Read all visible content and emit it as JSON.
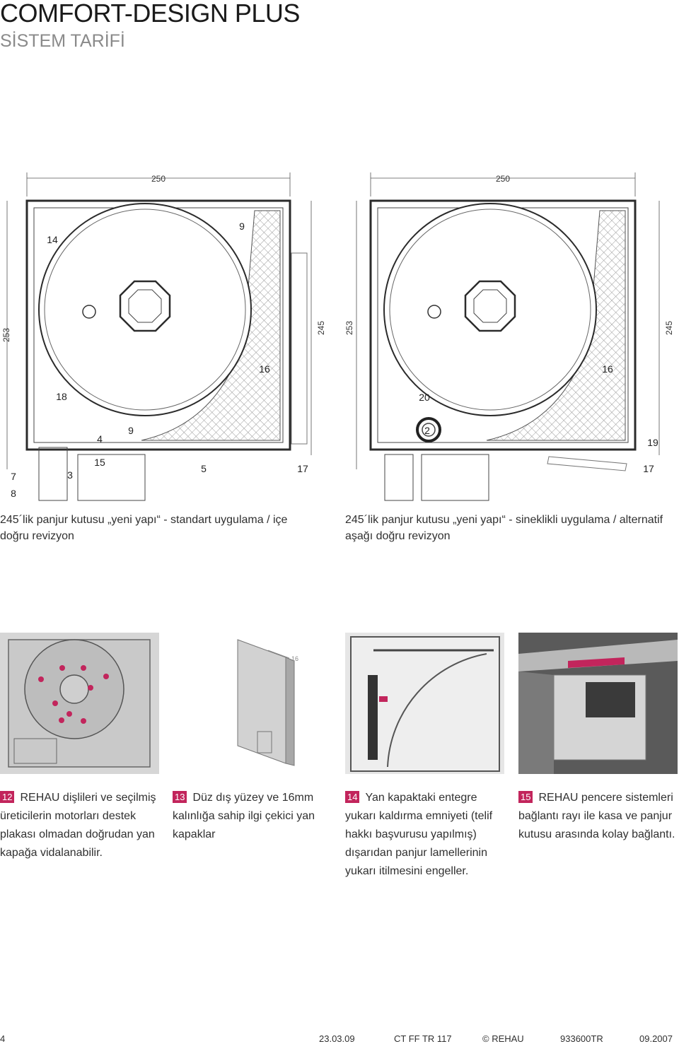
{
  "header": {
    "title": "COMFORT-DESIGN PLUS",
    "subtitle": "SİSTEM TARİFİ"
  },
  "drawings": [
    {
      "dim_top": "250",
      "dim_left": "253",
      "dim_right": "245",
      "callouts": {
        "n14": "14",
        "n9a": "9",
        "n16": "16",
        "n18": "18",
        "n9b": "9",
        "n4": "4",
        "n15": "15",
        "n3": "3",
        "n5": "5",
        "n17": "17",
        "n7": "7",
        "n8": "8"
      },
      "caption": "245´lik panjur kutusu „yeni yapı“ - standart uygulama / içe doğru revizyon"
    },
    {
      "dim_top": "250",
      "dim_left": "253",
      "dim_right": "245",
      "callouts": {
        "n16": "16",
        "n20": "20",
        "n2": "2",
        "n19": "19",
        "n17": "17"
      },
      "caption": "245´lik panjur kutusu „yeni yapı“ - sineklikli uygulama / alternatif aşağı doğru revizyon"
    }
  ],
  "photo_labels": {
    "dim16": "16"
  },
  "features": [
    {
      "num": "12",
      "text": "REHAU dişlileri ve seçilmiş üreticilerin motorları destek plakası olmadan doğrudan yan kapağa vidalanabilir."
    },
    {
      "num": "13",
      "text": "Düz dış yüzey ve 16mm kalınlığa sahip ilgi çekici yan kapaklar"
    },
    {
      "num": "14",
      "text": "Yan kapaktaki entegre yukarı kaldırma emniyeti (telif hakkı başvurusu yapılmış) dışarıdan panjur lamellerinin yukarı itilmesini engeller."
    },
    {
      "num": "15",
      "text": "REHAU pencere sistemleri bağlantı rayı ile kasa ve panjur kutusu arasında kolay bağlantı."
    }
  ],
  "footer": {
    "page": "4",
    "date": "23.03.09",
    "code": "CT FF TR 117",
    "brand": "© REHAU",
    "doc": "933600TR",
    "edition": "09.2007"
  },
  "colors": {
    "accent": "#c2255c",
    "line": "#2b2b2b",
    "hatch": "#9a9a9a"
  }
}
